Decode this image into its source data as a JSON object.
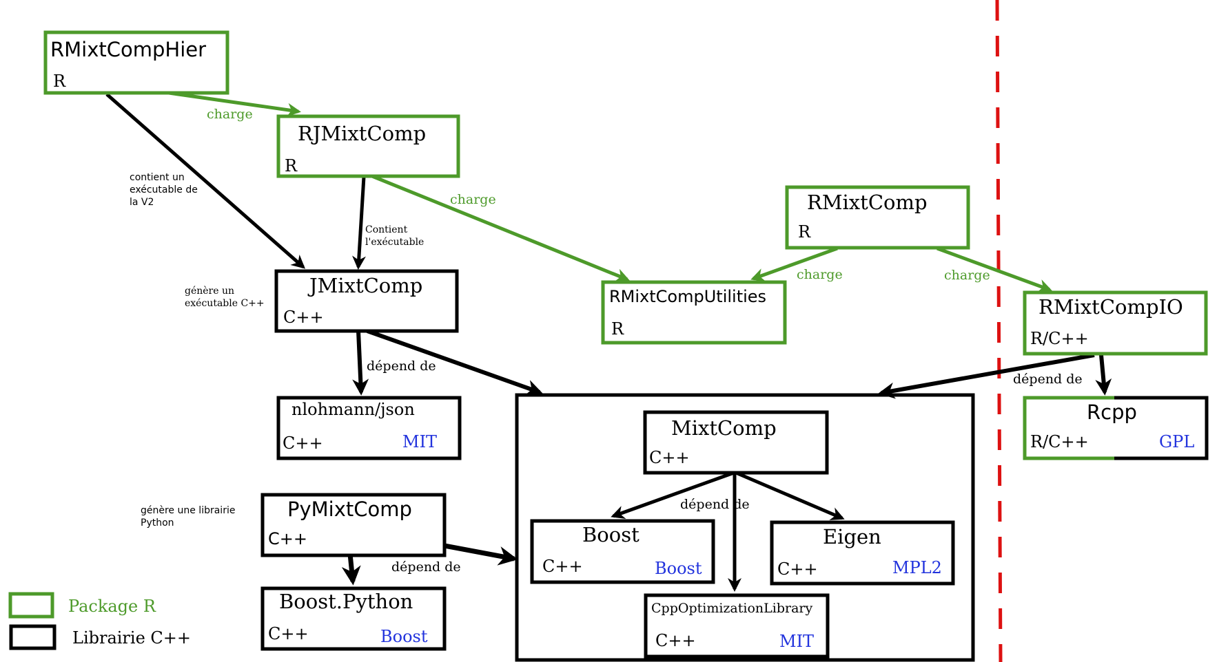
{
  "nodes": {
    "rmixtcomphier": {
      "name": "RMixtCompHier",
      "lang": "R"
    },
    "rjmixtcomp": {
      "name": "RJMixtComp",
      "lang": "R"
    },
    "rmixtcomp": {
      "name": "RMixtComp",
      "lang": "R"
    },
    "rmixtcomputilities": {
      "name": "RMixtCompUtilities",
      "lang": "R"
    },
    "rmixtcompio": {
      "name": "RMixtCompIO",
      "lang": "R/C++"
    },
    "jmixtcomp": {
      "name": "JMixtComp",
      "lang": "C++"
    },
    "nlohmann_json": {
      "name": "nlohmann/json",
      "lang": "C++",
      "license": "MIT"
    },
    "mixtcomp": {
      "name": "MixtComp",
      "lang": "C++"
    },
    "boost": {
      "name": "Boost",
      "lang": "C++",
      "license": "Boost"
    },
    "eigen": {
      "name": "Eigen",
      "lang": "C++",
      "license": "MPL2"
    },
    "cppoptlib": {
      "name": "CppOptimizationLibrary",
      "lang": "C++",
      "license": "MIT"
    },
    "rcpp": {
      "name": "Rcpp",
      "lang": "R/C++",
      "license": "GPL"
    },
    "pymixtcomp": {
      "name": "PyMixtComp",
      "lang": "C++"
    },
    "boost_python": {
      "name": "Boost.Python",
      "lang": "C++",
      "license": "Boost"
    }
  },
  "edge_labels": {
    "charge": "charge",
    "depend_de": "dépend de",
    "contient_v2": [
      "contient un",
      "exécutable de",
      "la V2"
    ],
    "contient_exe": [
      "Contient",
      "l'exécutable"
    ],
    "genere_exe": [
      "génère un",
      "exécutable C++"
    ],
    "genere_lib": [
      "génère une librairie",
      "Python"
    ]
  },
  "legend": {
    "package_r": "Package R",
    "librairie_cpp": "Librairie C++"
  },
  "colors": {
    "package_r": "#4d9a2a",
    "librairie_cpp": "#000000",
    "license": "#2233dd",
    "divider": "#dd1111"
  }
}
